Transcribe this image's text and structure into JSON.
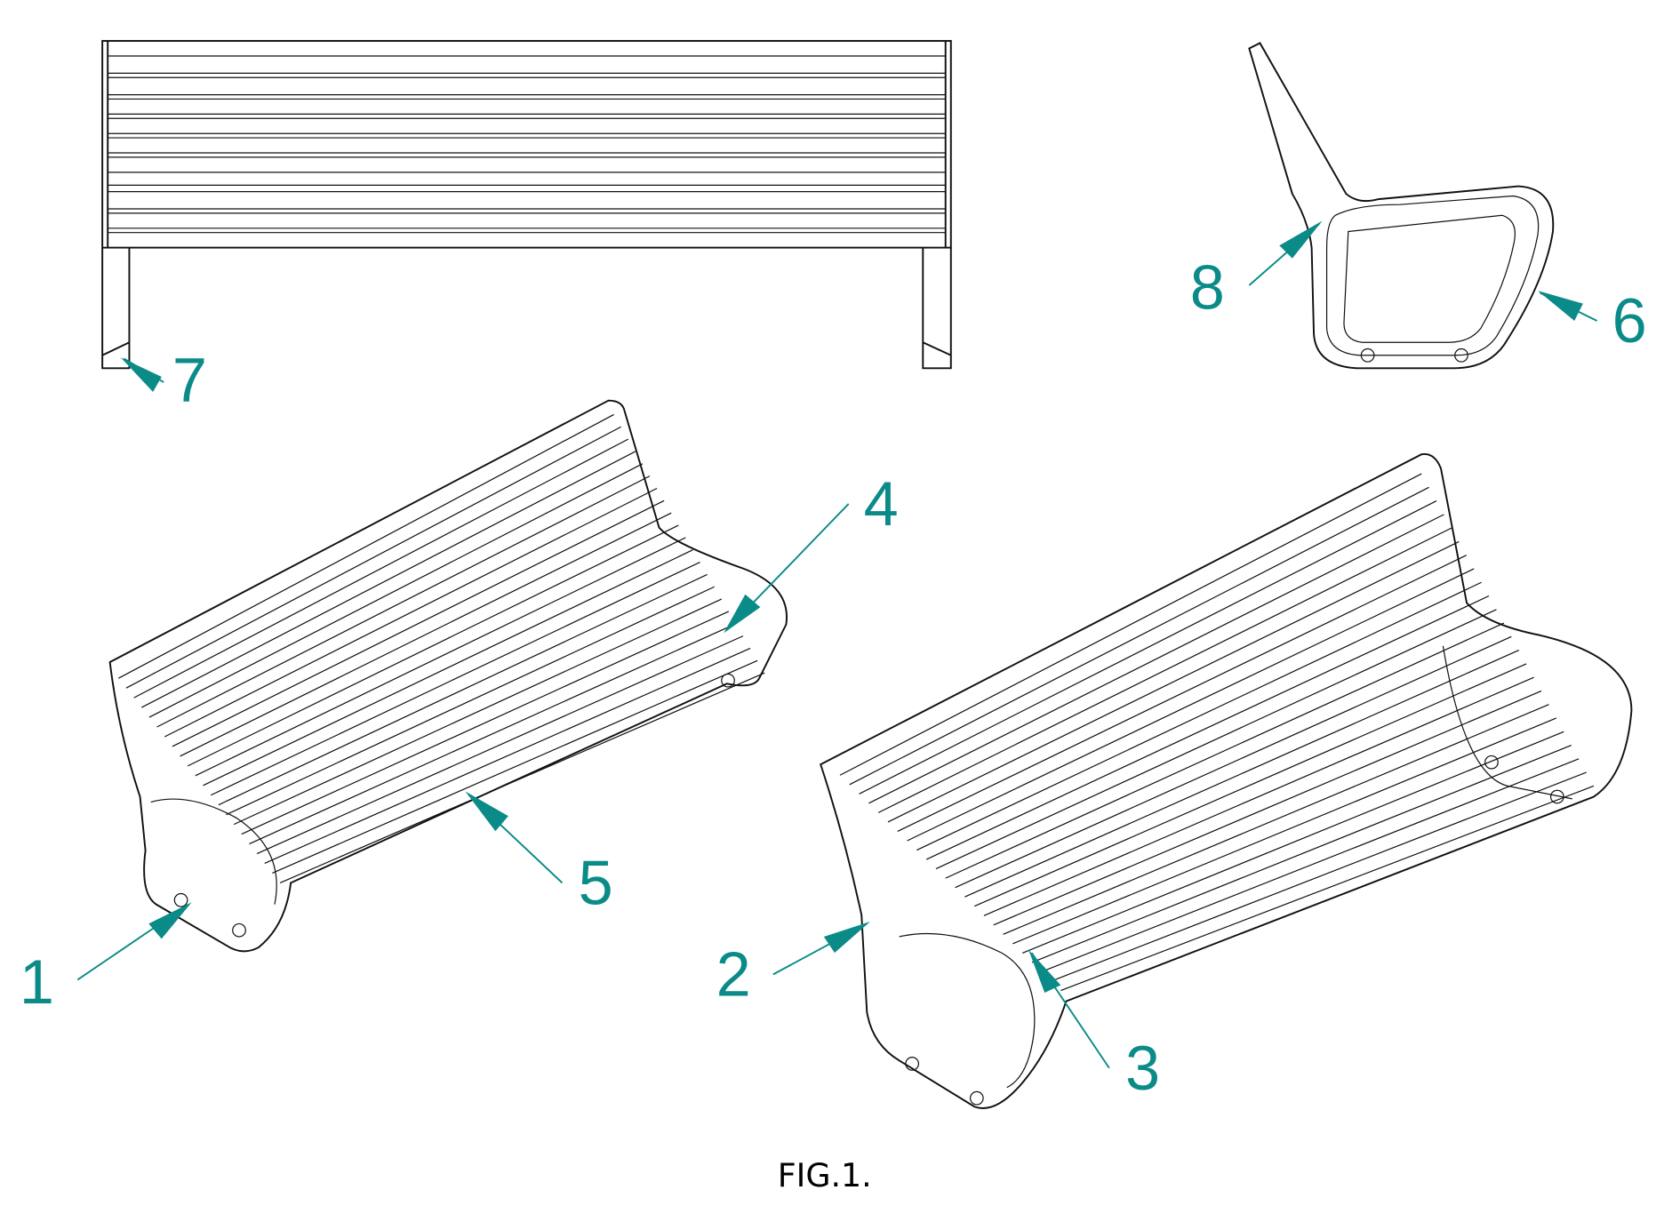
{
  "figure": {
    "caption": "FIG.1.",
    "accent_color": "#0b8b88",
    "labels": [
      "1",
      "2",
      "3",
      "4",
      "5",
      "6",
      "7",
      "8"
    ]
  }
}
